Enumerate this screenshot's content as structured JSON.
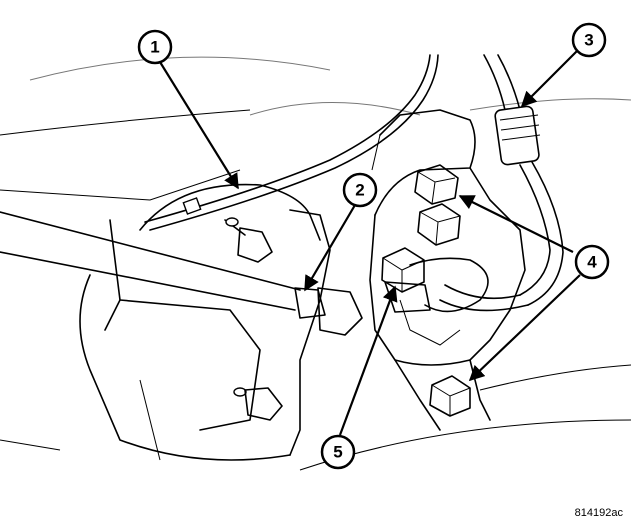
{
  "callouts": [
    {
      "label": "1",
      "target": "brake-line"
    },
    {
      "label": "2",
      "target": "tube-fitting"
    },
    {
      "label": "3",
      "target": "hose-fitting"
    },
    {
      "label": "4",
      "target": "mounting-bolts"
    },
    {
      "label": "5",
      "target": "bolt"
    }
  ],
  "figure_id": "814192ac"
}
